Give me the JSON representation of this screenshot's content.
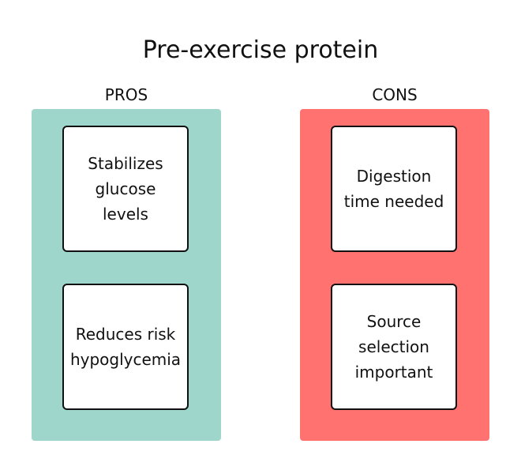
{
  "title": "Pre-exercise protein",
  "colors": {
    "pros_panel": "#9fd6cc",
    "cons_panel": "#ff7270",
    "card_bg": "#ffffff",
    "card_border": "#111111"
  },
  "pros": {
    "header": "PROS",
    "items": [
      "Stabilizes glucose levels",
      "Reduces risk hypoglycemia"
    ]
  },
  "cons": {
    "header": "CONS",
    "items": [
      "Digestion time needed",
      "Source selection important"
    ]
  }
}
